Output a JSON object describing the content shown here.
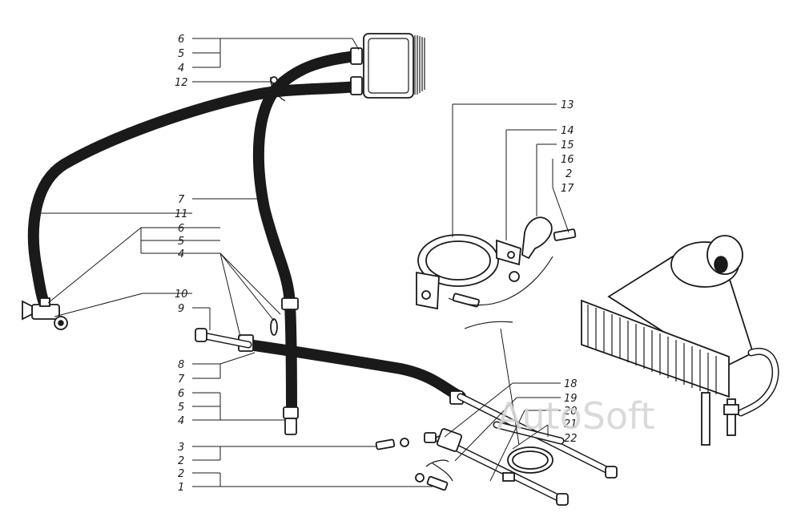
{
  "watermark": "AutoSoft",
  "callouts": {
    "c6a": "6",
    "c5a": "5",
    "c4a": "4",
    "c12": "12",
    "c13": "13",
    "c14": "14",
    "c15": "15",
    "c16": "16",
    "c2a": "2",
    "c17": "17",
    "c7a": "7",
    "c11": "11",
    "c6b": "6",
    "c5b": "5",
    "c4b": "4",
    "c10": "10",
    "c9": "9",
    "c8": "8",
    "c7b": "7",
    "c6c": "6",
    "c5c": "5",
    "c4c": "4",
    "c3": "3",
    "c2b": "2",
    "c2c": "2",
    "c1": "1",
    "c18": "18",
    "c19": "19",
    "c20": "20",
    "c21": "21",
    "c22": "22"
  },
  "icons": {
    "heater": "heater-radiator-icon",
    "cooler": "finned-cooler-icon",
    "clamp": "clamp-bracket-icon"
  }
}
